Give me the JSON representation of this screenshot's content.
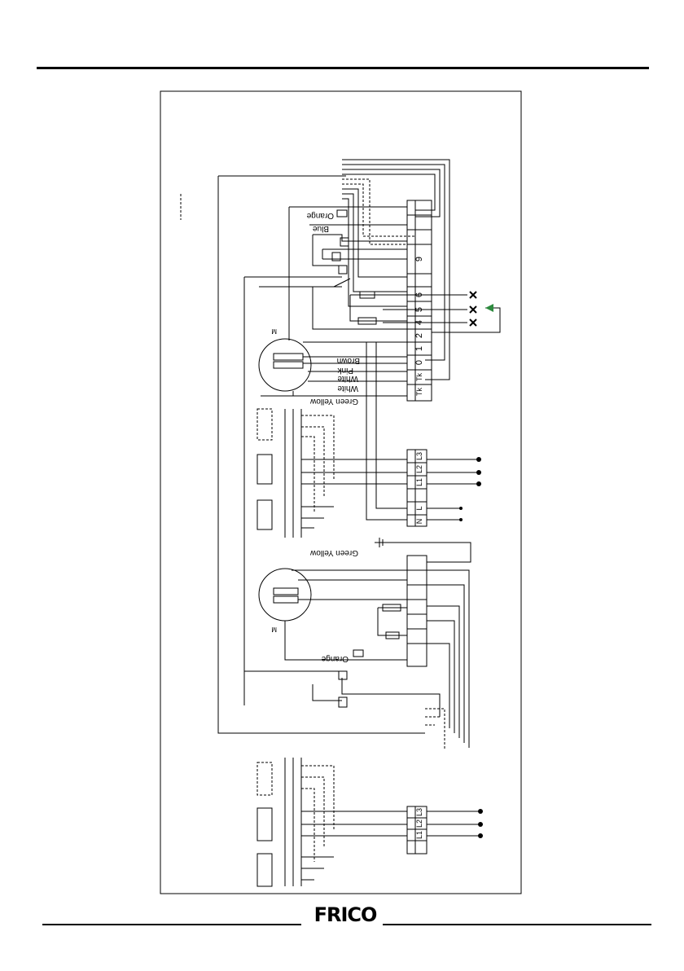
{
  "wire_labels": {
    "orange_top": "Orange",
    "blue": "Blue",
    "brown": "Brown",
    "pink": "Pink",
    "white_faded": "White",
    "white": "White",
    "green_yellow_top": "Green Yellow",
    "green_yellow_bottom": "Green Yellow",
    "orange_bottom": "Orange"
  },
  "terminal_block_main": [
    "",
    "",
    "",
    "9",
    "",
    "6",
    "5",
    "4",
    "2",
    "1",
    "0",
    "Tk",
    "Tk",
    "⏚"
  ],
  "terminal_block_supply1": [
    "L3",
    "L2",
    "L1",
    "⏚",
    "L",
    "N"
  ],
  "terminal_block_supply2": [
    "L3",
    "L2",
    "L1",
    "⏚"
  ],
  "motor_marks": {
    "top": "M",
    "bottom": "M"
  },
  "brand": {
    "logo": "FRICO"
  }
}
